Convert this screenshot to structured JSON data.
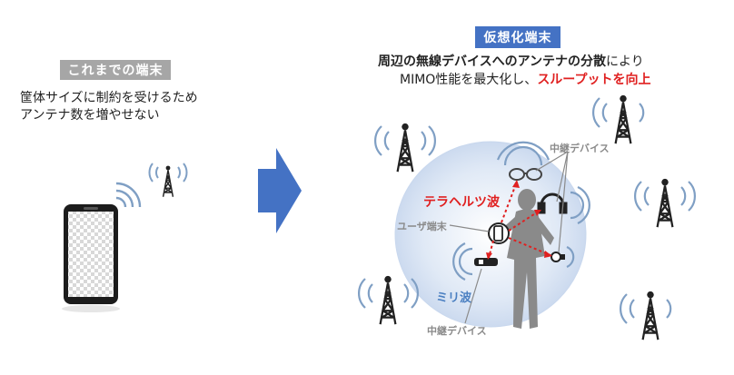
{
  "left": {
    "badge": "これまでの端末",
    "line1": "筐体サイズに制約を受けるため",
    "line2": "アンテナ数を増やせない"
  },
  "right": {
    "badge": "仮想化端末",
    "head_part1": "周辺の無線デバイスへのアンテナの",
    "head_part2": "分散",
    "head_part3": "により",
    "sub_part1": "MIMO性能を最大化し、",
    "sub_part2": "スループットを向上"
  },
  "labels": {
    "relay_top": "中継デバイス",
    "terahertz": "テラヘルツ波",
    "user_terminal": "ユーザ端末",
    "millimeter": "ミリ波",
    "relay_bottom": "中継デバイス"
  },
  "colors": {
    "gray_badge": "#a6a6a6",
    "blue_badge": "#4472c4",
    "arrow_blue": "#4472c4",
    "red": "#e02020",
    "wave_blue": "#7f9fc4",
    "tower": "#222222"
  }
}
